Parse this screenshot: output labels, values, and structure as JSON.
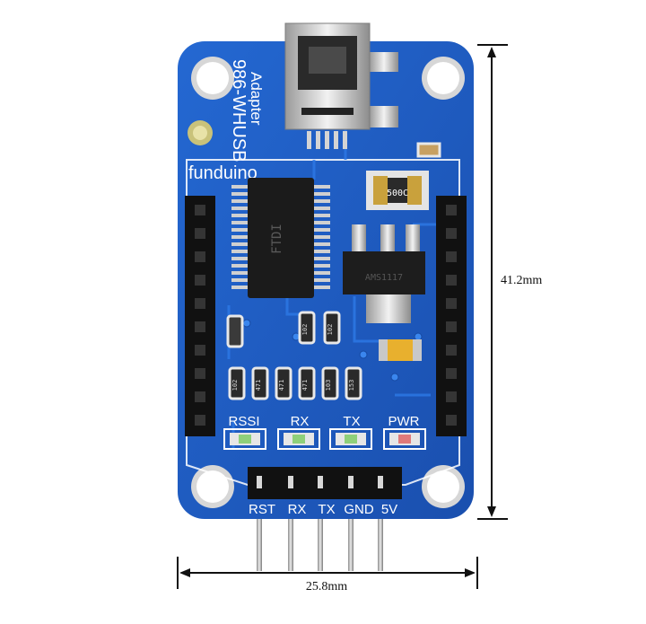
{
  "board": {
    "brand": "funduino",
    "model_line1": "986-WHUSB",
    "model_line2": "Adapter",
    "crystal_marking": "500C",
    "regulator_marking": "AMS1117",
    "chip_marking": "FTDI",
    "resistor_markings": [
      "102",
      "102",
      "102",
      "471",
      "471",
      "471",
      "103",
      "153"
    ],
    "led_labels": [
      "RSSI",
      "RX",
      "TX",
      "PWR"
    ],
    "pin_labels": [
      "RST",
      "RX",
      "TX",
      "GND",
      "5V"
    ]
  },
  "dimensions": {
    "height_label": "41.2mm",
    "width_label": "25.8mm"
  },
  "colors": {
    "pcb": "#1f5cc0",
    "silkscreen": "#ffffff",
    "gold": "#c9a13c",
    "metal": "#c8c8c8",
    "header": "#111111"
  }
}
